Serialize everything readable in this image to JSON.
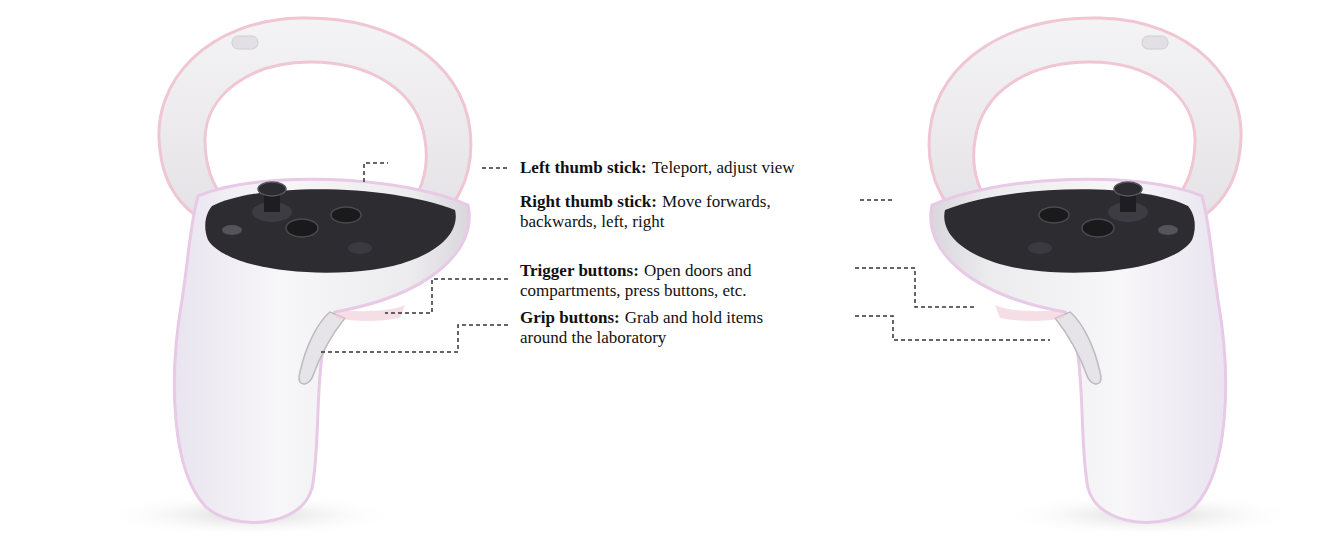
{
  "diagram": {
    "labels": [
      "Left thumb stick:",
      "Teleport, adjust view",
      "Right thumb stick:",
      "Move forwards, backwards, left, right",
      "Trigger buttons:",
      "Open doors and compartments, press buttons, etc.",
      "Grip buttons:",
      "Grab and hold items around the laboratory"
    ]
  }
}
